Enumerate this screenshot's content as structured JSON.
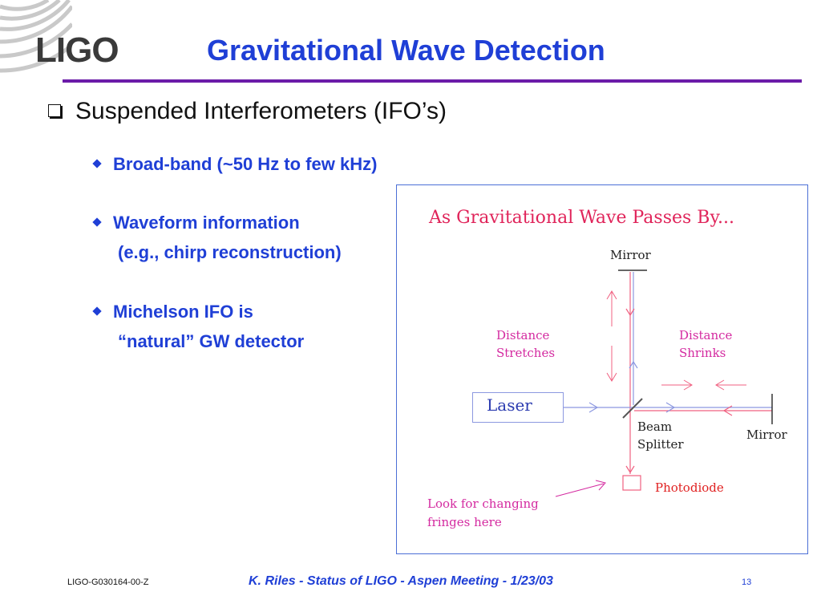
{
  "header": {
    "logo_text": "LIGO",
    "title": "Gravitational Wave Detection"
  },
  "main_bullet": "Suspended Interferometers (IFO’s)",
  "sub_bullets": [
    {
      "line1": "Broad-band (~50 Hz to few kHz)",
      "line2": ""
    },
    {
      "line1": "Waveform information",
      "line2": "(e.g., chirp reconstruction)"
    },
    {
      "line1": "Michelson IFO is",
      "line2": "“natural” GW detector"
    }
  ],
  "figure": {
    "title": "As Gravitational Wave Passes By...",
    "mirror_top": "Mirror",
    "distance_stretches": [
      "Distance",
      "Stretches"
    ],
    "distance_shrinks": [
      "Distance",
      "Shrinks"
    ],
    "laser": "Laser",
    "beam_splitter": [
      "Beam",
      "Splitter"
    ],
    "mirror_right": "Mirror",
    "photodiode": "Photodiode",
    "look_for": [
      "Look for changing",
      "fringes here"
    ]
  },
  "footer": {
    "doc_id": "LIGO-G030164-00-Z",
    "center": "K. Riles - Status of LIGO - Aspen Meeting - 1/23/03",
    "page_number": "13"
  },
  "colors": {
    "accent_blue": "#1f3fd6",
    "rule_purple": "#6b1ba8",
    "figure_pink": "#d42aa0",
    "figure_red": "#e0245a"
  }
}
